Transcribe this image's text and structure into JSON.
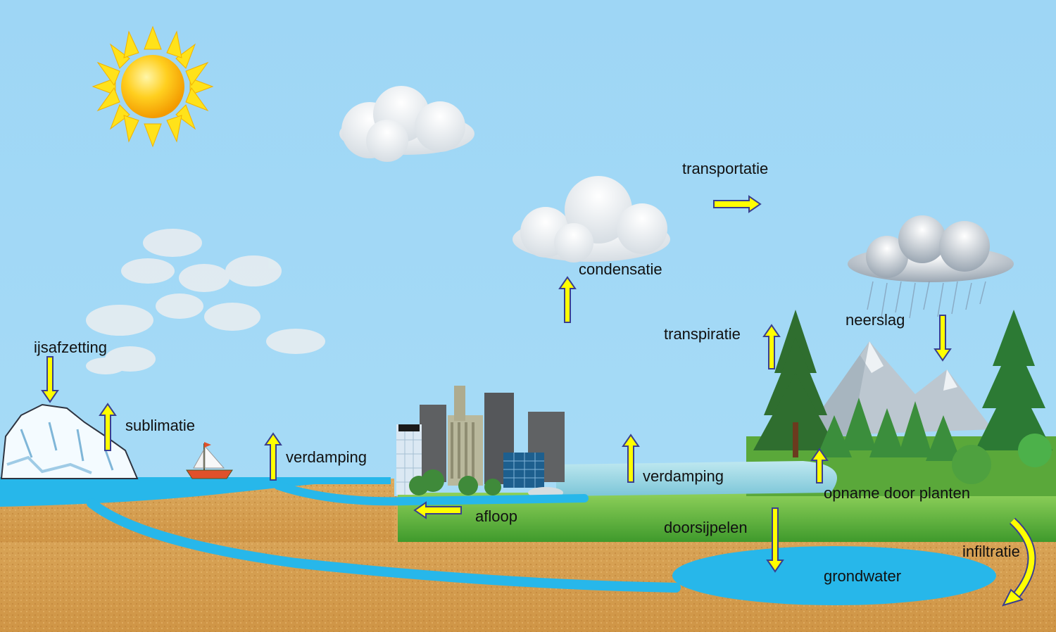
{
  "diagram": {
    "labels": {
      "deposition": "ijsafzetting",
      "sublimation": "sublimatie",
      "evaporation_sea": "verdamping",
      "condensation": "condensatie",
      "transport": "transportatie",
      "transpiration": "transpiratie",
      "precipitation": "neerslag",
      "evaporation_lake": "verdamping",
      "plant_uptake": "opname door planten",
      "runoff": "afloop",
      "percolation": "doorsijpelen",
      "infiltration": "infiltratie",
      "groundwater": "grondwater"
    },
    "colors": {
      "sky": "#9ed6f5",
      "water": "#27b7ea",
      "sand": "#d9a55a",
      "grass": "#5fb53a",
      "arrow_fill": "#ffff00",
      "arrow_outline": "#3a3f8f"
    }
  }
}
